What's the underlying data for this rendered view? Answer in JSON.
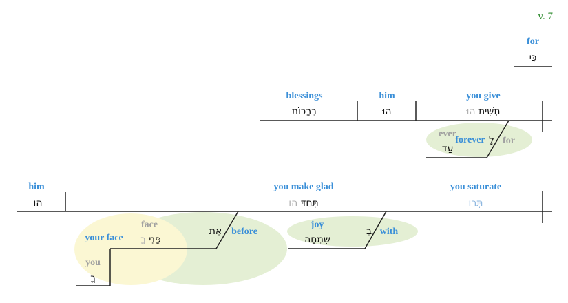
{
  "verse_label": "v. 7",
  "colors": {
    "gloss_blue": "#3a8fd8",
    "gloss_grey": "#a0a0a0",
    "verse_green": "#2e8b2e",
    "ellipse_green": "#e4efd4",
    "ellipse_yellow": "#fbf7d3",
    "line": "#222222"
  },
  "conjunction": {
    "gloss": "for",
    "hebrew": "כִּי"
  },
  "clause1": {
    "verb": {
      "gloss": "you give",
      "hebrew_main": "תְשִׁית",
      "hebrew_suffix": "הוּ"
    },
    "object_suffix": {
      "gloss": "him",
      "hebrew": "הוּ"
    },
    "object": {
      "gloss": "blessings",
      "hebrew": "בְרָכוֹת"
    },
    "modifier": {
      "preposition": {
        "gloss": "for",
        "hebrew": "לָ"
      },
      "object": {
        "gloss": "forever",
        "gloss_literal": "ever",
        "hebrew": "עַד"
      }
    }
  },
  "clause2": {
    "verb1": {
      "gloss": "you saturate",
      "hebrew": "תְּרַוֵּ"
    },
    "verb2": {
      "gloss": "you make glad",
      "hebrew_main": "תְּחַדֵּ",
      "hebrew_suffix": "הוּ"
    },
    "object_suffix": {
      "gloss": "him",
      "hebrew": "הוּ"
    },
    "modifier_with": {
      "preposition": {
        "gloss": "with",
        "hebrew": "בְ"
      },
      "object": {
        "gloss": "joy",
        "hebrew": "שִׂמְחָה"
      }
    },
    "modifier_before": {
      "preposition": {
        "gloss": "before",
        "hebrew": "אֶת"
      },
      "object": {
        "gloss": "your face",
        "gloss_literal": "face",
        "hebrew_main": "פָּנֶי",
        "hebrew_suffix": "ךָ"
      },
      "possessor": {
        "gloss": "you",
        "hebrew": "ךָ"
      }
    }
  }
}
